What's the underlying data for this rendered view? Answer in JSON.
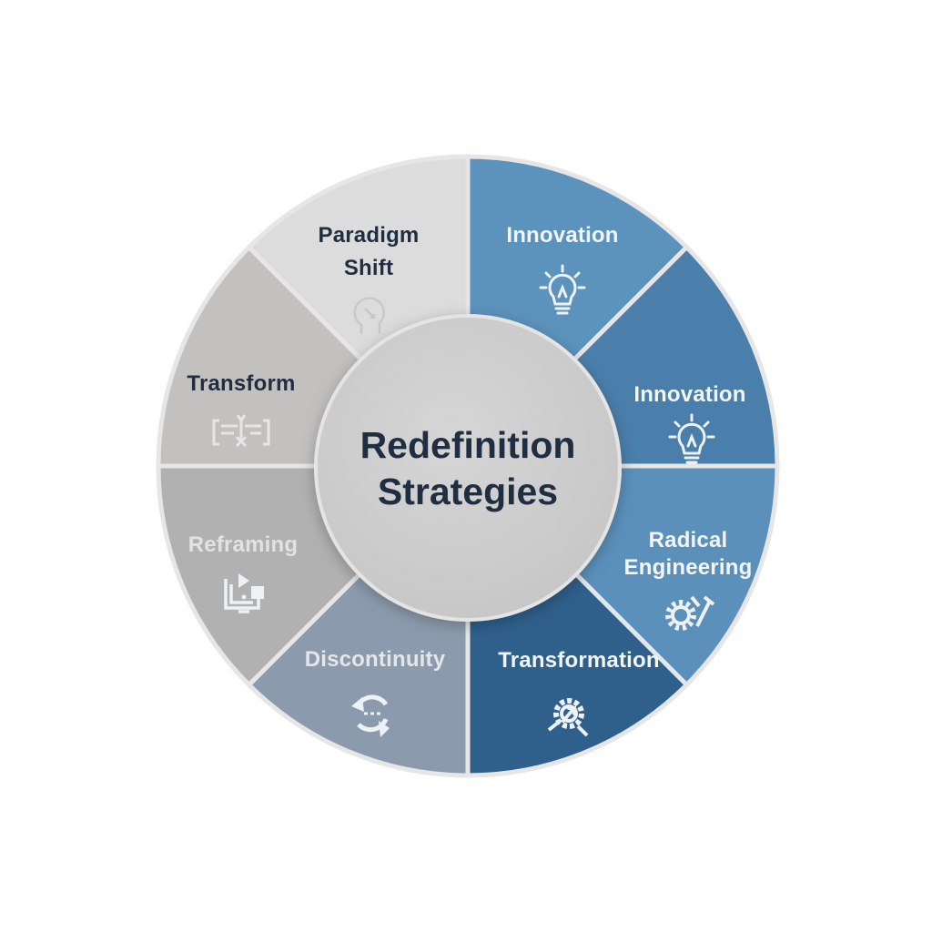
{
  "center": {
    "title_line1": "Redefinition",
    "title_line2": "Strategies"
  },
  "segments": [
    {
      "label_lines": [
        "Innovation"
      ],
      "icon": "lightbulb-icon",
      "color": "#5b93bd",
      "text_color": "#f2f6fa"
    },
    {
      "label_lines": [
        "Innovation"
      ],
      "icon": "lightbulb-icon",
      "color": "#4a7fab",
      "text_color": "#f2f6fa"
    },
    {
      "label_lines": [
        "Radical",
        "Engineering"
      ],
      "icon": "gears-tools-icon",
      "color": "#5b90bb",
      "text_color": "#f2f6fa"
    },
    {
      "label_lines": [
        "Transformation"
      ],
      "icon": "gear-wrench-icon",
      "color": "#2f5f8b",
      "text_color": "#f2f6fa"
    },
    {
      "label_lines": [
        "Discontinuity"
      ],
      "icon": "cycle-arrows-icon",
      "color": "#8b9bad",
      "text_color": "#e4e6e8"
    },
    {
      "label_lines": [
        "Reframing"
      ],
      "icon": "screen-frame-icon",
      "color": "#b1b1b1",
      "text_color": "#e2e2e2"
    },
    {
      "label_lines": [
        "Transform"
      ],
      "icon": "split-document-icon",
      "color": "#c3c1c0",
      "text_color": "#1f2e40"
    },
    {
      "label_lines": [
        "Paradigm",
        "Shift"
      ],
      "icon": "head-arrow-icon",
      "color": "#dcdcdc",
      "text_color": "#1f2e40"
    }
  ]
}
